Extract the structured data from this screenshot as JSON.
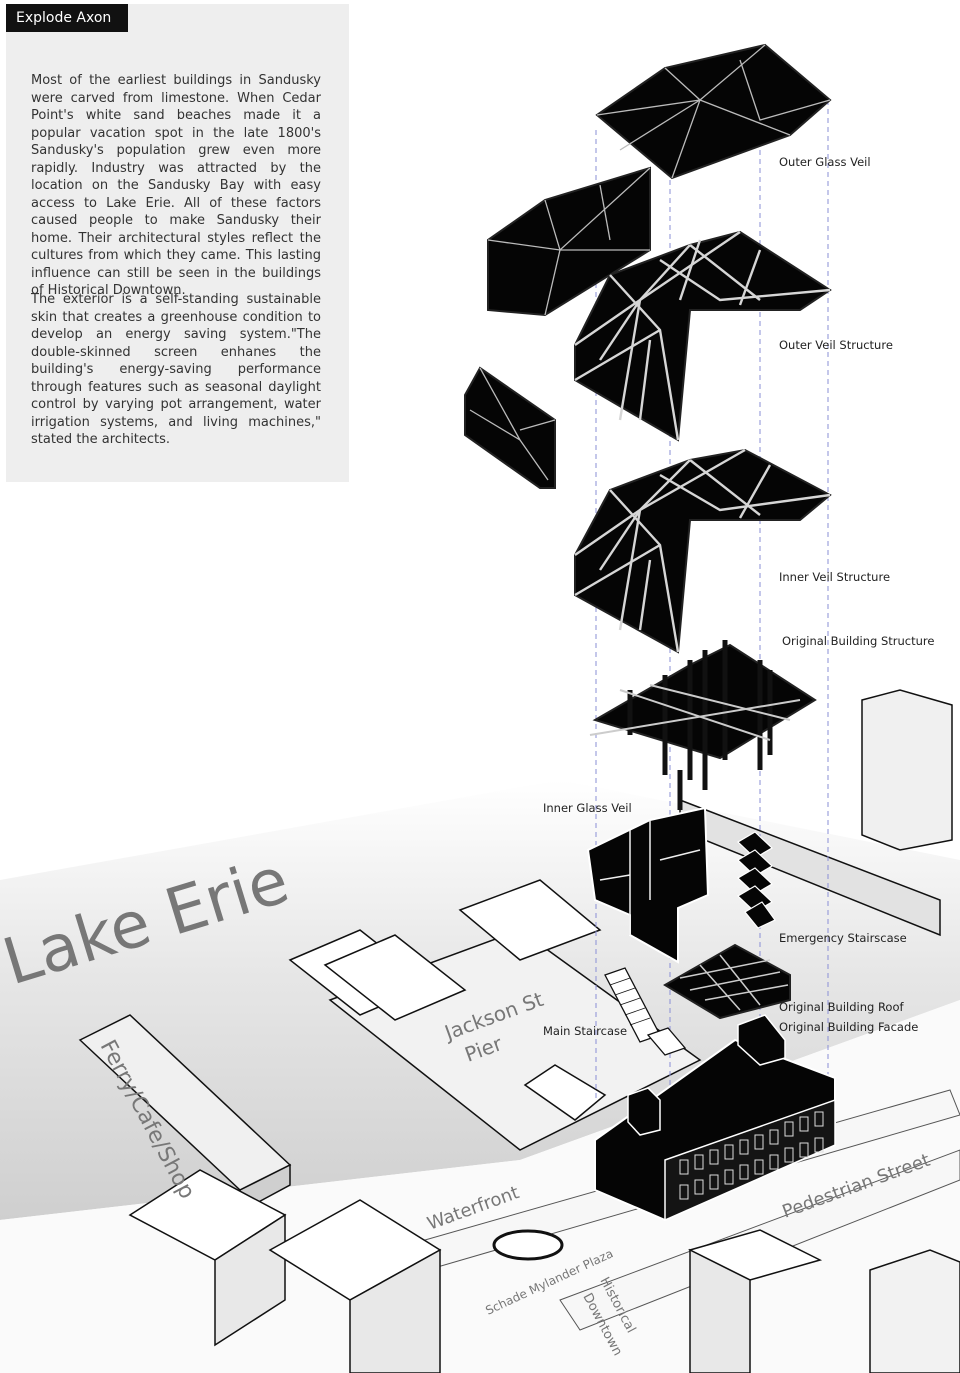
{
  "panel": {
    "title": "Explode Axon",
    "paragraphs": [
      "Most of the earliest buildings in Sandusky were carved from limestone. When Cedar Point's white sand beaches made it a popular vacation spot in the late 1800's Sandusky's population grew even more rapidly. Industry was attracted by the location on the Sandusky Bay with easy access to Lake Erie. All of these factors caused people to make Sandusky their home. Their architectural styles reflect the cultures from which they came. This lasting influence can still be seen in the buildings of Historical Downtown.",
      "The exterior is a self-standing sustainable skin that creates a greenhouse condition to develop an energy saving system.\"The double-skinned screen enhanes the building's energy-saving performance through features such as seasonal daylight control by varying pot arrangement, water irrigation systems, and living machines,\" stated the architects."
    ]
  },
  "layers": {
    "outer_glass_veil": "Outer Glass Veil",
    "outer_veil_structure": "Outer Veil Structure",
    "inner_veil_structure": "Inner Veil Structure",
    "original_building_structure": "Original Building Structure",
    "inner_glass_veil": "Inner Glass Veil",
    "emergency_staircase": "Emergency Stairscase",
    "original_building_roof": "Original Building Roof",
    "original_building_facade": "Original Building Facade",
    "main_staircase": "Main Staircase"
  },
  "map_labels": {
    "lake": "Lake Erie",
    "ferry": "Ferry/Cafe/Shop",
    "pier_line1": "Jackson St",
    "pier_line2": "Pier",
    "waterfront": "Waterfront",
    "pedestrian_street": "Pedestrian Street",
    "plaza": "Schade Mylander Plaza",
    "downtown_line1": "Historical",
    "downtown_line2": "Downtown"
  },
  "colors": {
    "ink": "#111111",
    "panel": "#eeeeee",
    "guide": "#8a8fd6",
    "water": "#d4d4d4"
  }
}
